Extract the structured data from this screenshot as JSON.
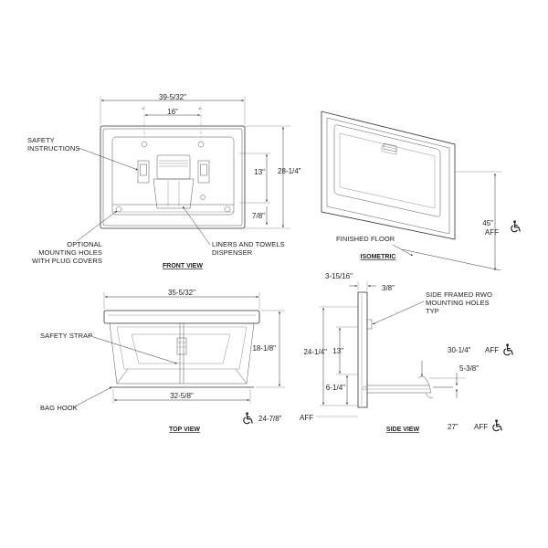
{
  "front_view": {
    "title": "FRONT VIEW",
    "dim_width": "39-5/32\"",
    "dim_hole_spacing": "16\"",
    "dim_mid_vertical": "13\"",
    "dim_height": "28-1/4\"",
    "dim_bottom": "7/8\"",
    "label_safety": [
      "SAFETY",
      "INSTRUCTIONS"
    ],
    "label_holes": [
      "OPTIONAL",
      "MOUNTING HOLES",
      "WITH PLUG COVERS"
    ],
    "label_liners": [
      "LINERS AND TOWELS",
      "DISPENSER"
    ]
  },
  "isometric": {
    "title": "ISOMETRIC",
    "label_floor": "FINISHED FLOOR",
    "dim_height_aff": [
      "45\"",
      "AFF"
    ]
  },
  "top_view": {
    "title": "TOP VIEW",
    "dim_width": "35-5/32\"",
    "dim_depth": "18-1/8\"",
    "dim_inner": "32-5/8\"",
    "dim_aff": "24-7/8\"",
    "label_strap": "SAFETY STRAP",
    "label_hook": "BAG HOOK"
  },
  "side_view": {
    "title": "SIDE VIEW",
    "dim_depth_closed": "3-15/16\"",
    "dim_flange": "3/8\"",
    "dim_height": "24-1/4\"",
    "dim_mid": "13\"",
    "dim_bottom": "6-1/4\"",
    "dim_top_aff": "30-1/4\"",
    "dim_lip": "5-3/8\"",
    "dim_bed_aff": "27\"",
    "label_aff": "AFF",
    "label_aff_top": "AFF",
    "label_aff_bed": "AFF",
    "label_holes": [
      "SIDE FRAMED RWO",
      "MOUNTING HOLES",
      "TYP"
    ]
  },
  "accessibility_icon": "wheelchair-icon"
}
